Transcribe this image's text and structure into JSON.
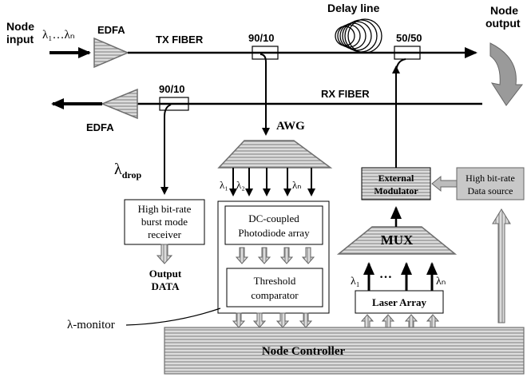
{
  "labels": {
    "node_input_line1": "Node",
    "node_input_line2": "input",
    "lambda_range_in": "λ₁…λₙ",
    "edfa_tx": "EDFA",
    "edfa_rx": "EDFA",
    "tx_fiber": "TX FIBER",
    "rx_fiber": "RX FIBER",
    "delay_line": "Delay line",
    "coupler_90_10_tx": "90/10",
    "coupler_50_50": "50/50",
    "coupler_90_10_rx": "90/10",
    "node_output_line1": "Node",
    "node_output_line2": "output",
    "lambda_drop": "λ",
    "lambda_drop_sub": "drop",
    "awg": "AWG",
    "awg_lambda_1": "λ₁",
    "awg_lambda_2": "λ₂",
    "awg_lambda_n": "λₙ",
    "receiver_line1": "High bit-rate",
    "receiver_line2": "burst mode",
    "receiver_line3": "receiver",
    "output_data_line1": "Output",
    "output_data_line2": "DATA",
    "photodiode_line1": "DC-coupled",
    "photodiode_line2": "Photodiode array",
    "threshold_line1": "Threshold",
    "threshold_line2": "comparator",
    "lambda_monitor": "λ-monitor",
    "ext_mod_line1": "External",
    "ext_mod_line2": "Modulator",
    "data_source_line1": "High bit-rate",
    "data_source_line2": "Data source",
    "mux": "MUX",
    "mux_lambda_1": "λ₁",
    "mux_dots": "…",
    "mux_lambda_n": "λₙ",
    "laser_array": "Laser Array",
    "node_controller": "Node Controller"
  },
  "colors": {
    "line": "#000000",
    "hatch_fill": "#d9d9d9",
    "hatch_stroke": "#8c8c8c",
    "box_fill": "#ffffff",
    "gray_box": "#c8c8c8"
  }
}
